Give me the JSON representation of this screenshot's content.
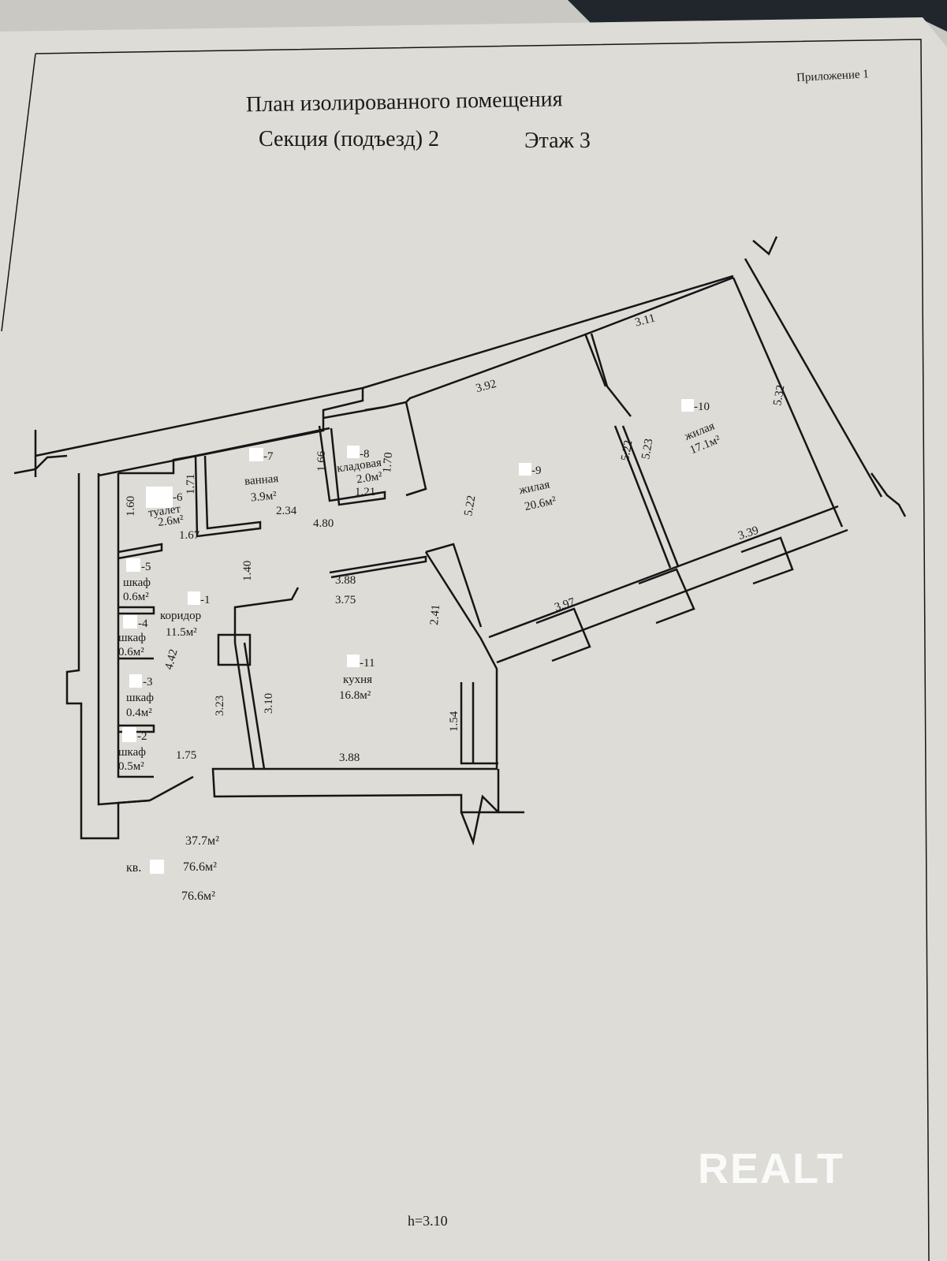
{
  "header": {
    "appendix": "Приложение 1",
    "title": "План изолированного помещения",
    "section": "Секция (подъезд) 2",
    "floor": "Этаж 3"
  },
  "rooms": [
    {
      "num": "-1",
      "name": "коридор",
      "area": "11.5м²"
    },
    {
      "num": "-2",
      "name": "шкаф",
      "area": "0.5м²"
    },
    {
      "num": "-3",
      "name": "шкаф",
      "area": "0.4м²"
    },
    {
      "num": "-4",
      "name": "шкаф",
      "area": "0.6м²"
    },
    {
      "num": "-5",
      "name": "шкаф",
      "area": "0.6м²"
    },
    {
      "num": "-6",
      "name": "туалет",
      "area": "2.6м²"
    },
    {
      "num": "-7",
      "name": "ванная",
      "area": "3.9м²"
    },
    {
      "num": "-8",
      "name": "кладовая",
      "area": "2.0м²"
    },
    {
      "num": "-9",
      "name": "жилая",
      "area": "20.6м²"
    },
    {
      "num": "-10",
      "name": "жилая",
      "area": "17.1м²"
    },
    {
      "num": "-11",
      "name": "кухня",
      "area": "16.8м²"
    }
  ],
  "dimensions": [
    "3.11",
    "3.92",
    "5.32",
    "5.22",
    "5.23",
    "5.22",
    "3.39",
    "3.97",
    "1.66",
    "1.70",
    "1.21",
    "4.80",
    "2.34",
    "1.71",
    "1.60",
    "1.67",
    "1.40",
    "3.88",
    "3.75",
    "2.41",
    "4.42",
    "3.23",
    "3.10",
    "1.54",
    "3.88",
    "1.75"
  ],
  "totals": {
    "living": "37.7м²",
    "apt_label": "кв.",
    "total": "76.6м²",
    "total2": "76.6м²"
  },
  "footer": {
    "height": "h=3.10"
  },
  "watermark": "REALT"
}
